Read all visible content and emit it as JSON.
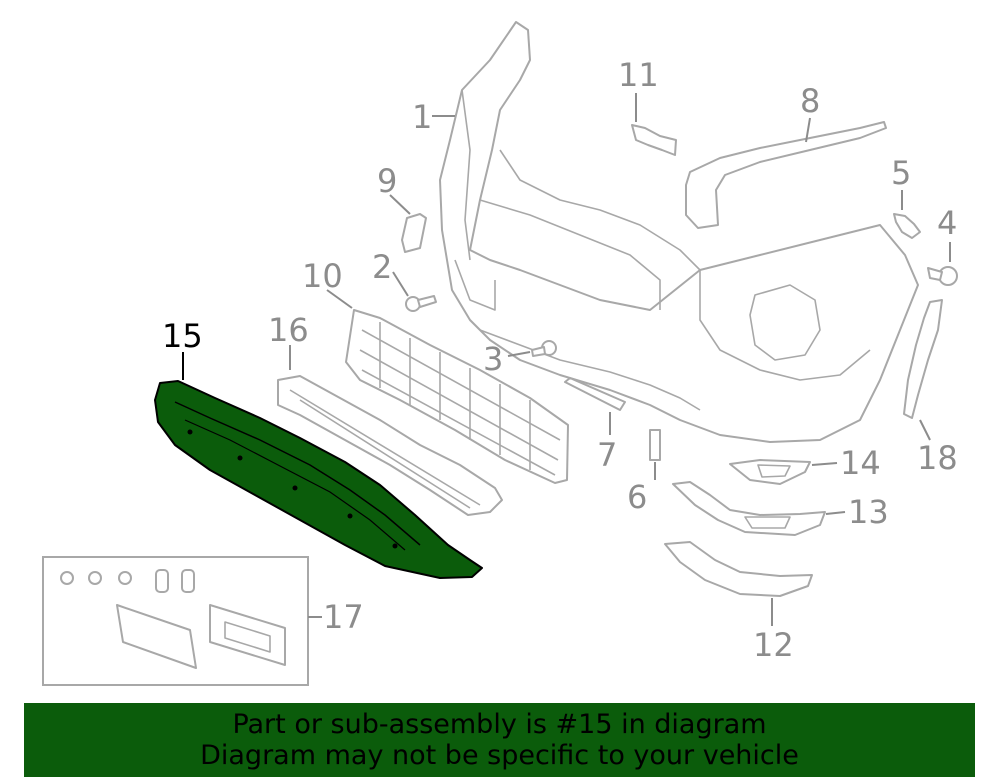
{
  "diagram": {
    "highlight_part": "15",
    "highlight_color": "#0b5c0b",
    "line_color": "#a8a8a8",
    "callouts": {
      "p1": "1",
      "p2": "2",
      "p3": "3",
      "p4": "4",
      "p5": "5",
      "p6": "6",
      "p7": "7",
      "p8": "8",
      "p9": "9",
      "p10": "10",
      "p11": "11",
      "p12": "12",
      "p13": "13",
      "p14": "14",
      "p15": "15",
      "p16": "16",
      "p17": "17",
      "p18": "18"
    }
  },
  "banner": {
    "line1": "Part or sub-assembly is #15 in diagram",
    "line2": "Diagram may not be specific to your vehicle"
  }
}
